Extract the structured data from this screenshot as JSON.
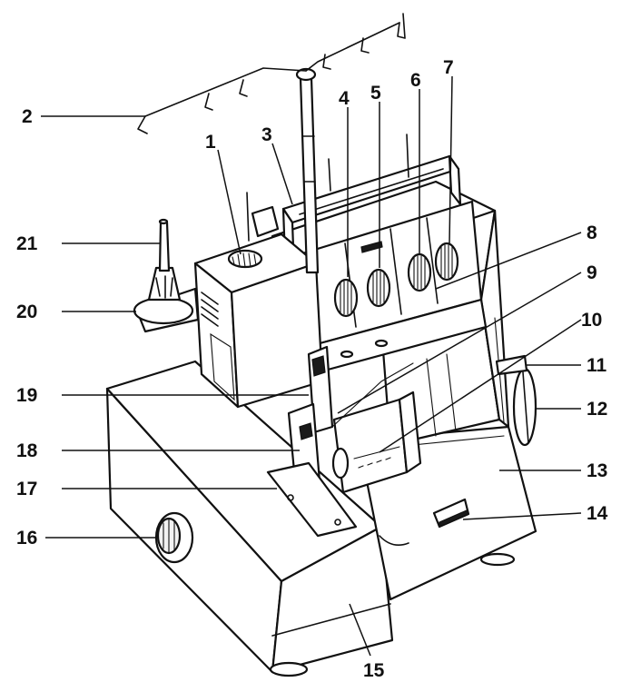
{
  "callouts": [
    {
      "id": "1",
      "label": "1"
    },
    {
      "id": "2",
      "label": "2"
    },
    {
      "id": "3",
      "label": "3"
    },
    {
      "id": "4",
      "label": "4"
    },
    {
      "id": "5",
      "label": "5"
    },
    {
      "id": "6",
      "label": "6"
    },
    {
      "id": "7",
      "label": "7"
    },
    {
      "id": "8",
      "label": "8"
    },
    {
      "id": "9",
      "label": "9"
    },
    {
      "id": "10",
      "label": "10"
    },
    {
      "id": "11",
      "label": "11"
    },
    {
      "id": "12",
      "label": "12"
    },
    {
      "id": "13",
      "label": "13"
    },
    {
      "id": "14",
      "label": "14"
    },
    {
      "id": "15",
      "label": "15"
    },
    {
      "id": "16",
      "label": "16"
    },
    {
      "id": "17",
      "label": "17"
    },
    {
      "id": "18",
      "label": "18"
    },
    {
      "id": "19",
      "label": "19"
    },
    {
      "id": "20",
      "label": "20"
    },
    {
      "id": "21",
      "label": "21"
    }
  ],
  "colors": {
    "ink": "#111111",
    "paper": "#ffffff"
  }
}
